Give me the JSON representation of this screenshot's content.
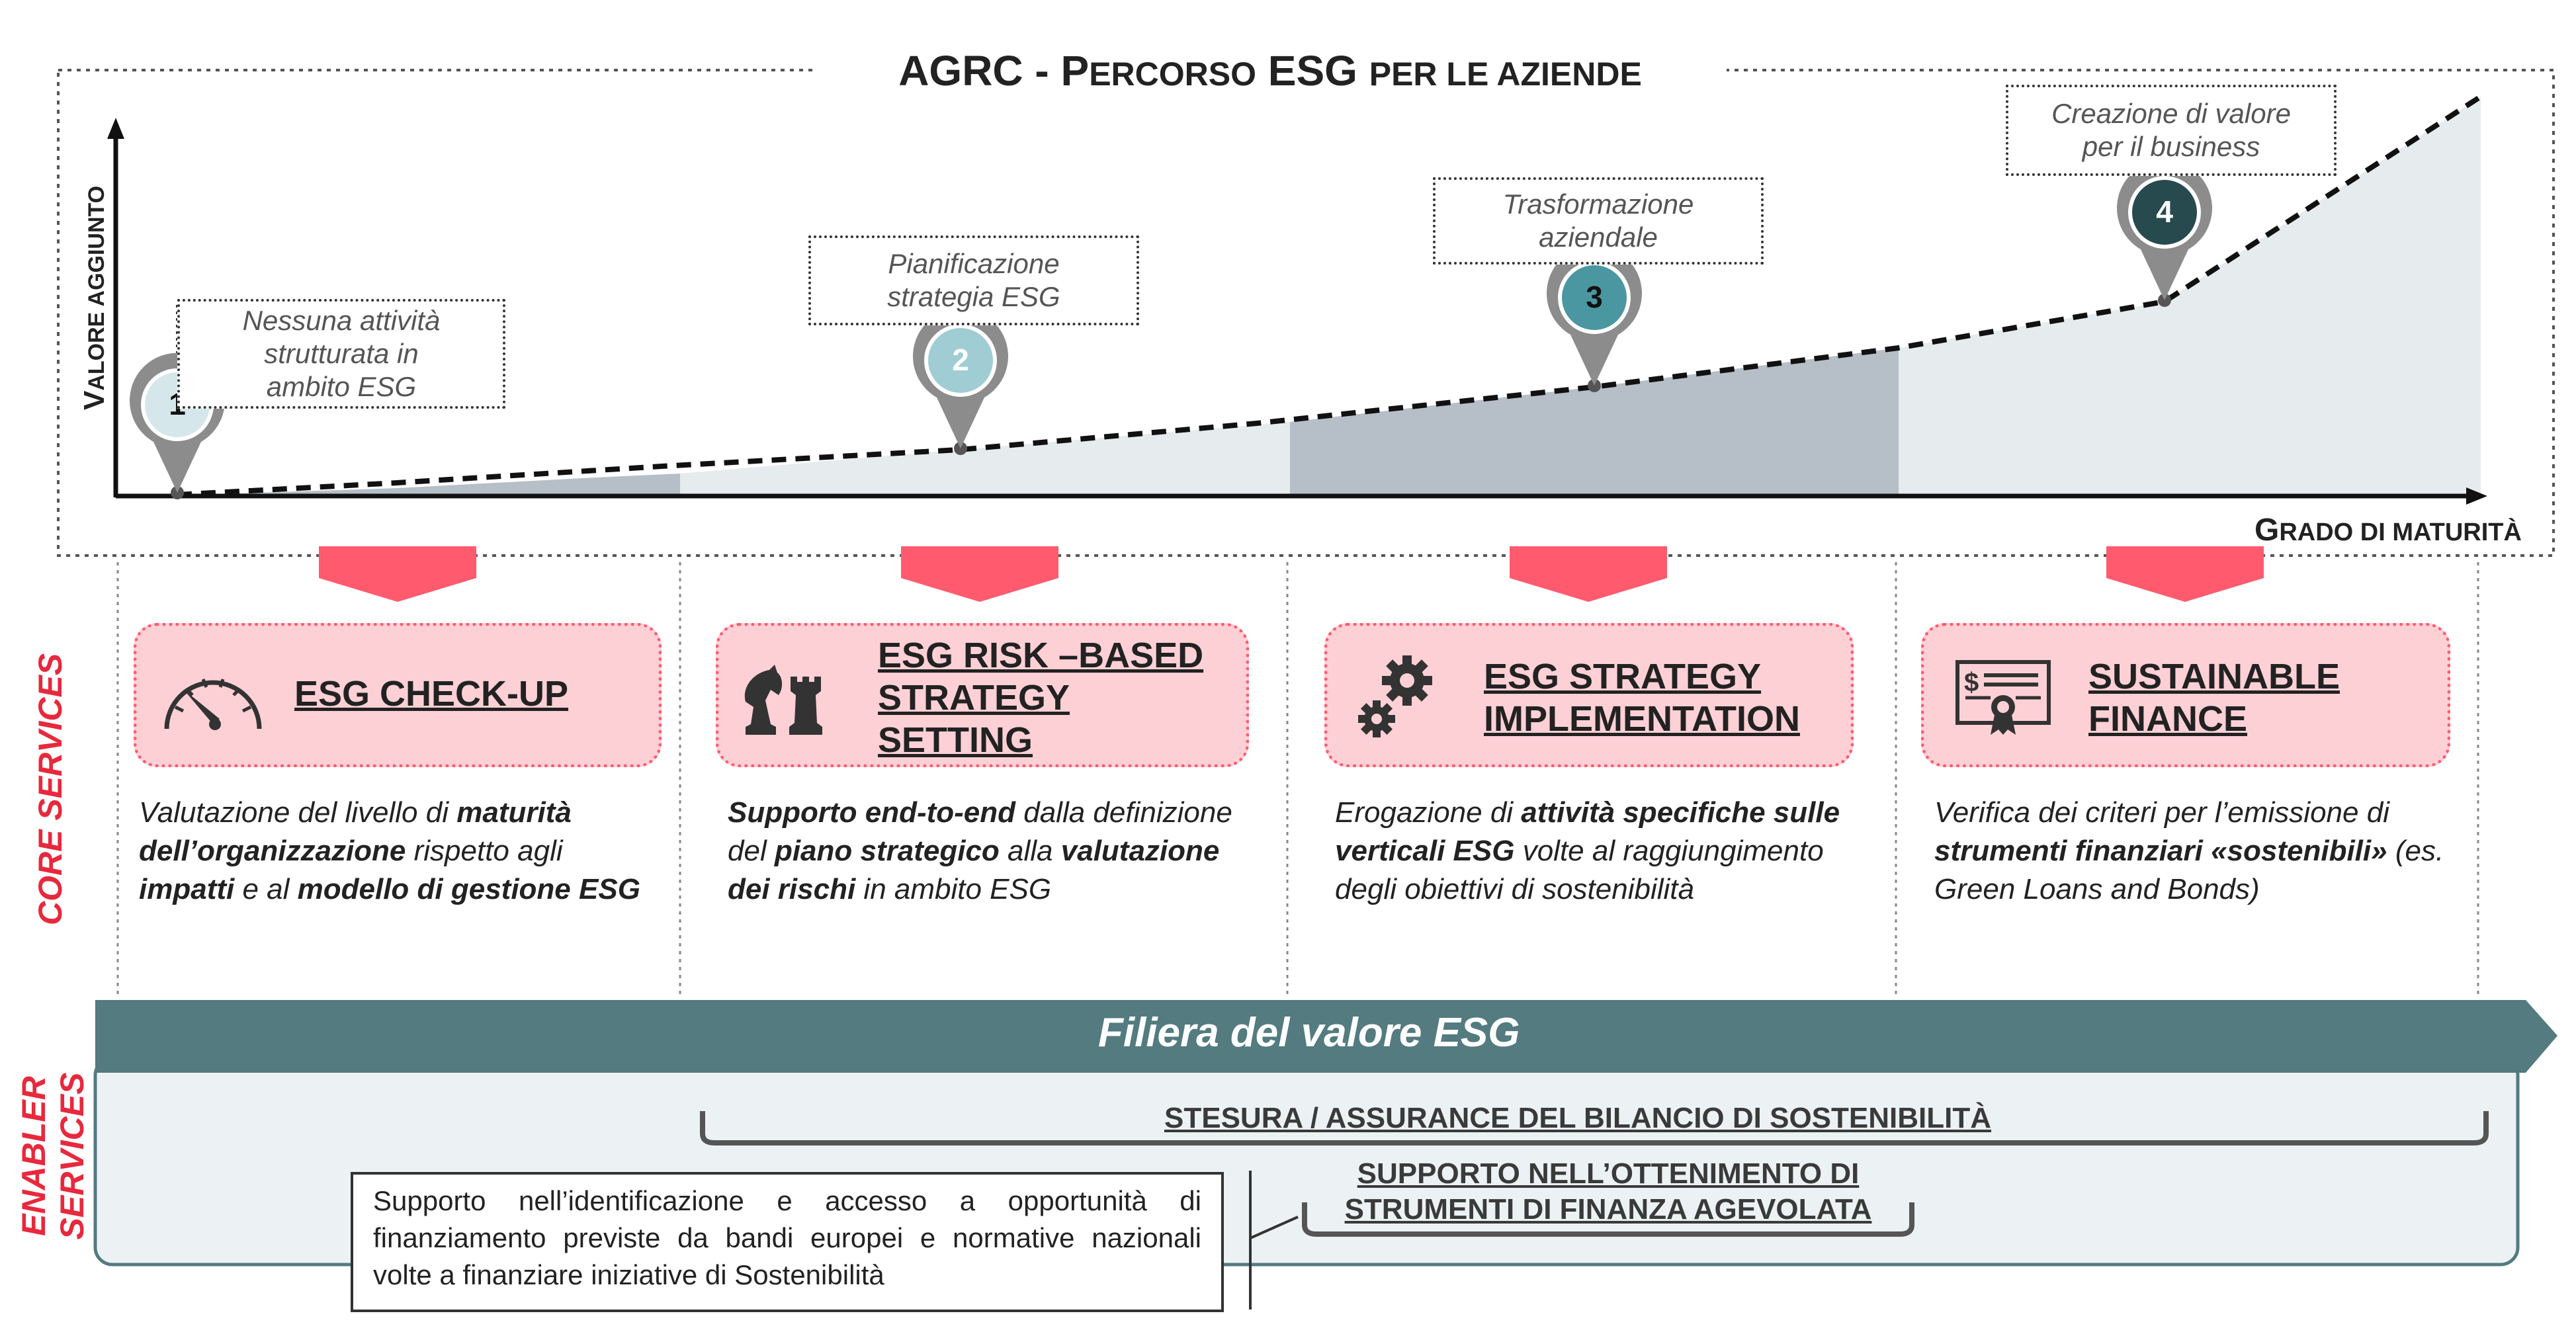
{
  "header": {
    "title_prefix": "AGRC - P",
    "title_sc1": "ERCORSO",
    "title_esg": " ESG ",
    "title_sc2": "PER LE AZIENDE"
  },
  "axes": {
    "y_big": "V",
    "y_small": "ALORE AGGIUNTO",
    "x_big": "G",
    "x_small": "RADO DI MATURITÀ"
  },
  "stages": [
    {
      "number": "1",
      "callout": [
        "Nessuna attività",
        "strutturata in",
        "ambito ESG"
      ]
    },
    {
      "number": "2",
      "callout": [
        "Pianificazione",
        "strategia ESG"
      ]
    },
    {
      "number": "3",
      "callout": [
        "Trasformazione",
        "aziendale"
      ]
    },
    {
      "number": "4",
      "callout": [
        "Creazione di valore",
        "per il business"
      ]
    }
  ],
  "core_services_label": "CORE SERVICES",
  "enabler_services_label_1": "ENABLER",
  "enabler_services_label_2": "SERVICES",
  "services": [
    {
      "title_lines": [
        "ESG CHECK-UP"
      ],
      "icon": "gauge-icon",
      "desc": [
        {
          "t": "Valutazione del livello di ",
          "s": "i"
        },
        {
          "t": "maturità dell’organizzazione",
          "s": "b"
        },
        {
          "t": " rispetto agli ",
          "s": "i"
        },
        {
          "t": "impatti",
          "s": "b"
        },
        {
          "t": " e al ",
          "s": "i"
        },
        {
          "t": "modello di gestione ESG",
          "s": "b"
        }
      ]
    },
    {
      "title_lines": [
        "ESG RISK –BASED",
        "STRATEGY",
        "SETTING"
      ],
      "icon": "chess-icon",
      "desc": [
        {
          "t": "Supporto end-to-end",
          "s": "b"
        },
        {
          "t": " dalla definizione del ",
          "s": "i"
        },
        {
          "t": "piano strategico",
          "s": "b"
        },
        {
          "t": " alla ",
          "s": "i"
        },
        {
          "t": "valutazione dei rischi",
          "s": "b"
        },
        {
          "t": " in ambito ESG",
          "s": "i"
        }
      ]
    },
    {
      "title_lines": [
        "ESG STRATEGY",
        "IMPLEMENTATION"
      ],
      "icon": "gears-icon",
      "desc": [
        {
          "t": "Erogazione di ",
          "s": "i"
        },
        {
          "t": "attività specifiche sulle verticali ESG",
          "s": "b"
        },
        {
          "t": " volte al raggiungimento degli obiettivi di sostenibilità",
          "s": "i"
        }
      ]
    },
    {
      "title_lines": [
        "SUSTAINABLE",
        "FINANCE"
      ],
      "icon": "certificate-icon",
      "desc": [
        {
          "t": "Verifica dei criteri per l’emissione di ",
          "s": "i"
        },
        {
          "t": "strumenti finanziari «sostenibili»",
          "s": "b"
        },
        {
          "t": " (es. Green Loans and Bonds)",
          "s": "i"
        }
      ]
    }
  ],
  "banner": "Filiera del valore ESG",
  "enabler": {
    "bracket1": "STESURA / ASSURANCE DEL BILANCIO DI SOSTENIBILITÀ",
    "bracket2_line1": "SUPPORTO NELL’OTTENIMENTO DI",
    "bracket2_line2": "STRUMENTI DI FINANZA AGEVOLATA",
    "support_text": "Supporto nell’identificazione e accesso a opportunità di finanziamento previste da bandi europei e normative nazionali volte a finanziare iniziative di Sostenibilità"
  },
  "colors": {
    "accent_red": "#ff5a6e",
    "box_pink": "#fdd0d6",
    "banner_teal": "#537b80",
    "pin1": "#d5e7ea",
    "pin2": "#9fcdd3",
    "pin3": "#4a97a1",
    "pin4": "#274a4f"
  }
}
